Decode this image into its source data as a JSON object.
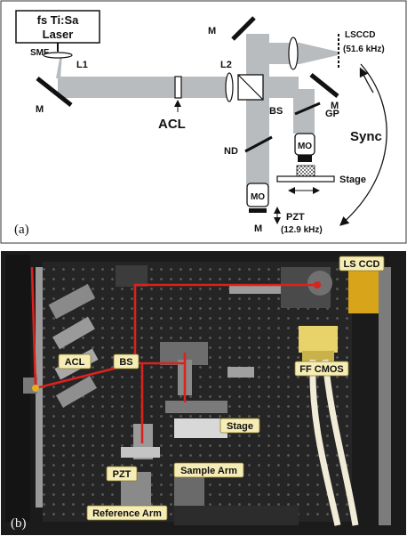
{
  "panel_a": {
    "panel_letter": "(a)",
    "laser_line1": "fs Ti:Sa",
    "laser_line2": "Laser",
    "smf": "SMF",
    "l1": "L1",
    "l2": "L2",
    "acl": "ACL",
    "bs": "BS",
    "gp": "GP",
    "nd": "ND",
    "mirror": "M",
    "mo": "MO",
    "stage": "Stage",
    "pzt": "PZT",
    "pzt_freq": "(12.9 kHz)",
    "lsccd": "LSCCD",
    "lsccd_freq": "(51.6 kHz)",
    "sync": "Sync"
  },
  "panel_b": {
    "panel_letter": "(b)",
    "tags": {
      "ls_ccd": "LS CCD",
      "acl": "ACL",
      "bs": "BS",
      "ff_cmos": "FF CMOS",
      "stage": "Stage",
      "pzt": "PZT",
      "sample_arm": "Sample Arm",
      "reference_arm": "Reference Arm"
    }
  },
  "colors": {
    "beam_gray": "#b8bcbf",
    "photo_beam_red": "#d8231f",
    "tag_fill": "#f6edb6"
  }
}
